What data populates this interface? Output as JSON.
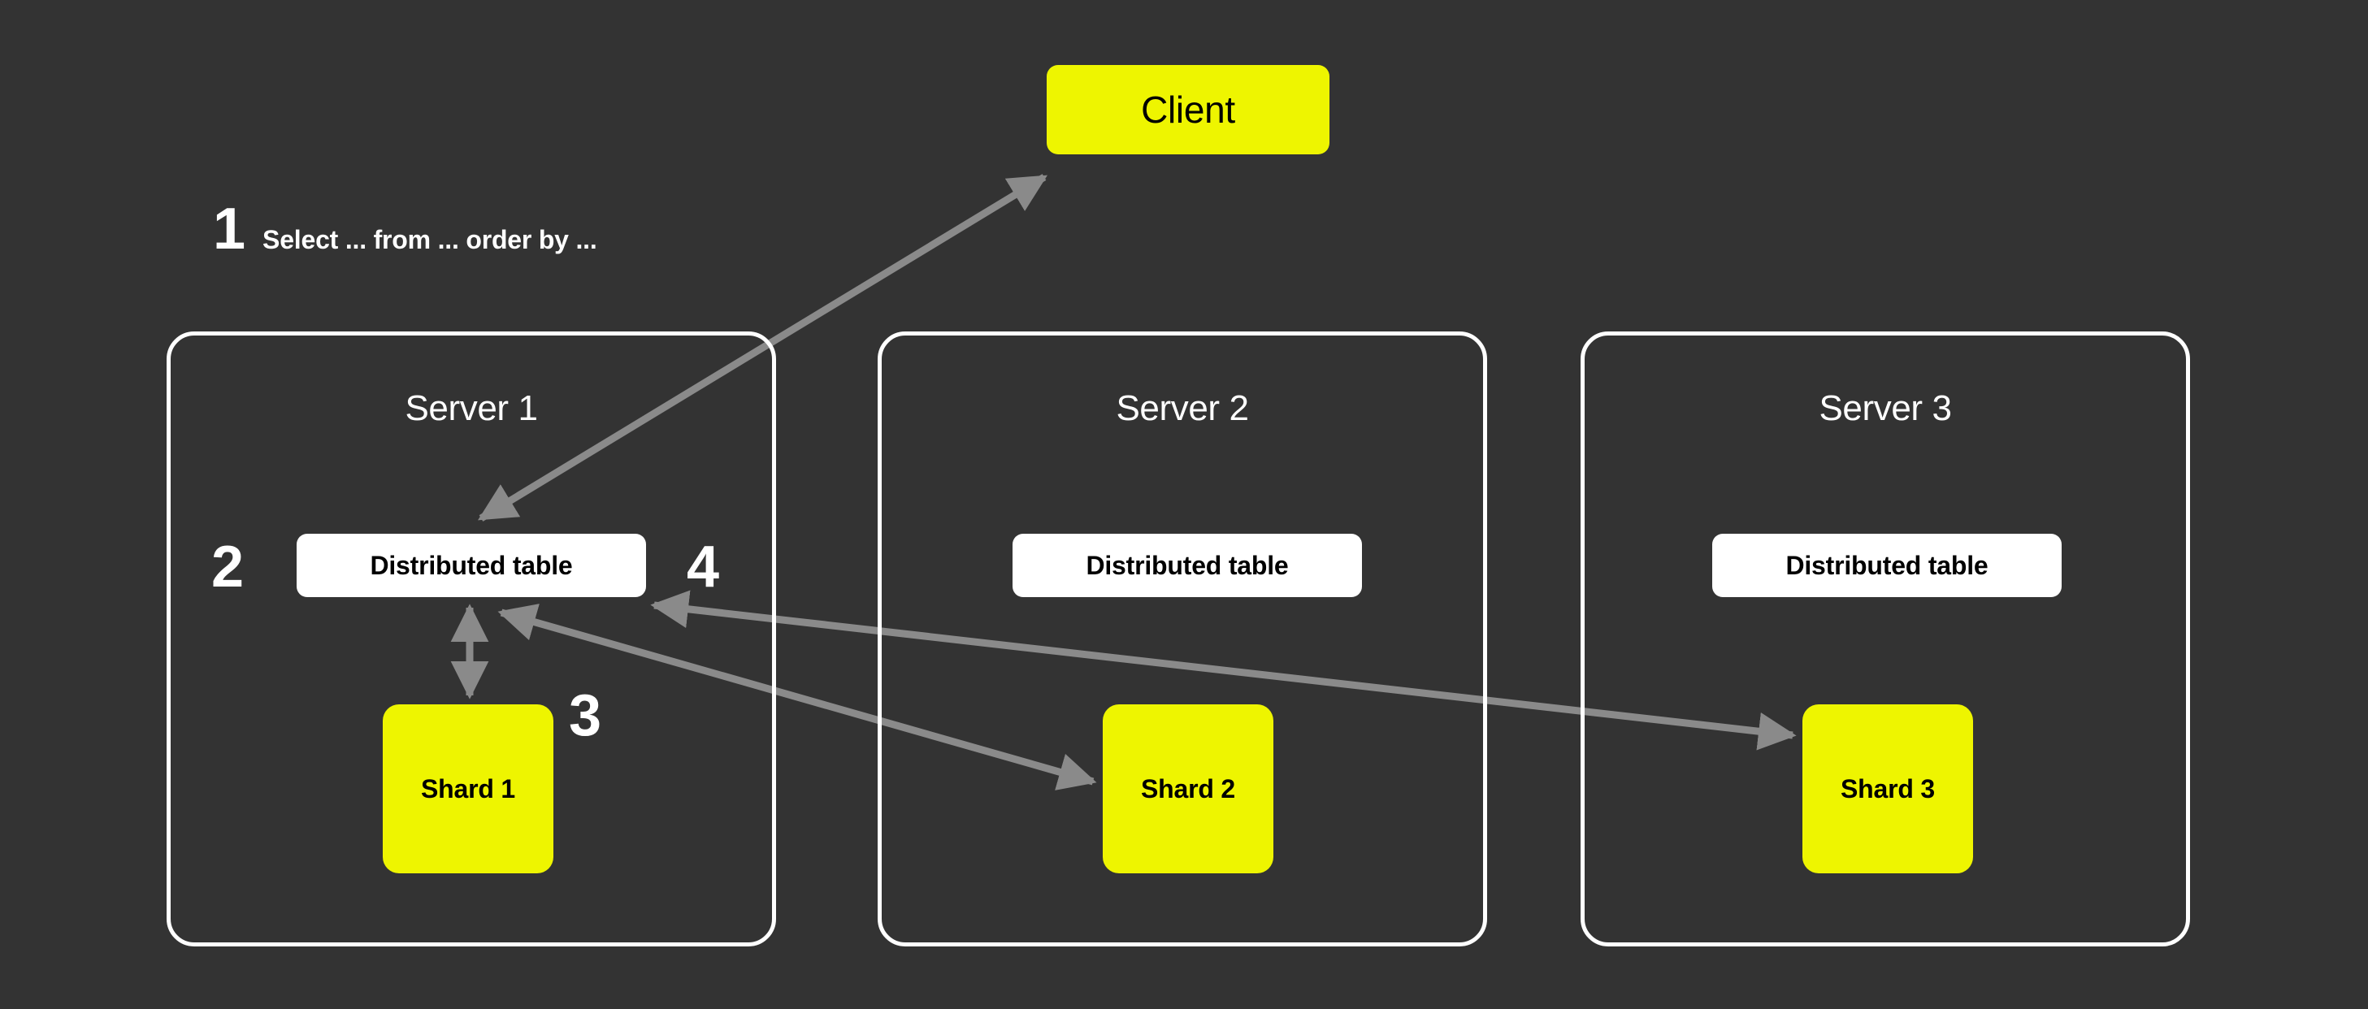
{
  "diagram": {
    "title": "Distributed table query flow across sharded servers",
    "background_color": "#333333",
    "accent_color": "#EEF500",
    "arrow_color": "#8A8A8A",
    "panel_border_color": "#FFFFFF"
  },
  "client": {
    "label": "Client"
  },
  "steps": {
    "one": {
      "number": "1",
      "text": "Select ... from ... order by ..."
    },
    "two": {
      "number": "2"
    },
    "three": {
      "number": "3"
    },
    "four": {
      "number": "4"
    }
  },
  "servers": [
    {
      "title": "Server 1",
      "distributed_table": "Distributed table",
      "shard": "Shard 1"
    },
    {
      "title": "Server 2",
      "distributed_table": "Distributed table",
      "shard": "Shard 2"
    },
    {
      "title": "Server 3",
      "distributed_table": "Distributed table",
      "shard": "Shard 3"
    }
  ],
  "connections": [
    {
      "name": "client-to-distributed-table",
      "from": "Client",
      "to": "Server 1 Distributed table",
      "direction": "bidirectional",
      "step": "1"
    },
    {
      "name": "distributed-table-to-shard1",
      "from": "Server 1 Distributed table",
      "to": "Shard 1",
      "direction": "bidirectional",
      "step": "2"
    },
    {
      "name": "distributed-table-to-shard2",
      "from": "Server 1 Distributed table",
      "to": "Shard 2",
      "direction": "bidirectional",
      "step": "3"
    },
    {
      "name": "distributed-table-to-shard3",
      "from": "Server 1 Distributed table",
      "to": "Shard 3",
      "direction": "bidirectional",
      "step": "4"
    }
  ]
}
